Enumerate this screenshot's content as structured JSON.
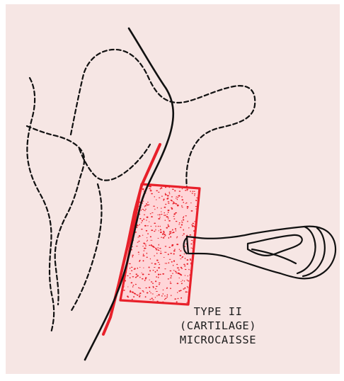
{
  "caption": {
    "line1": "TYPE II",
    "line2": "(CARTILAGE)",
    "line3": "MICROCAISSE"
  },
  "colors": {
    "slide_background": "#f6e6e4",
    "ink": "#111111",
    "accent_red": "#e8202a",
    "stipple_fill": "#ffd5d8"
  }
}
